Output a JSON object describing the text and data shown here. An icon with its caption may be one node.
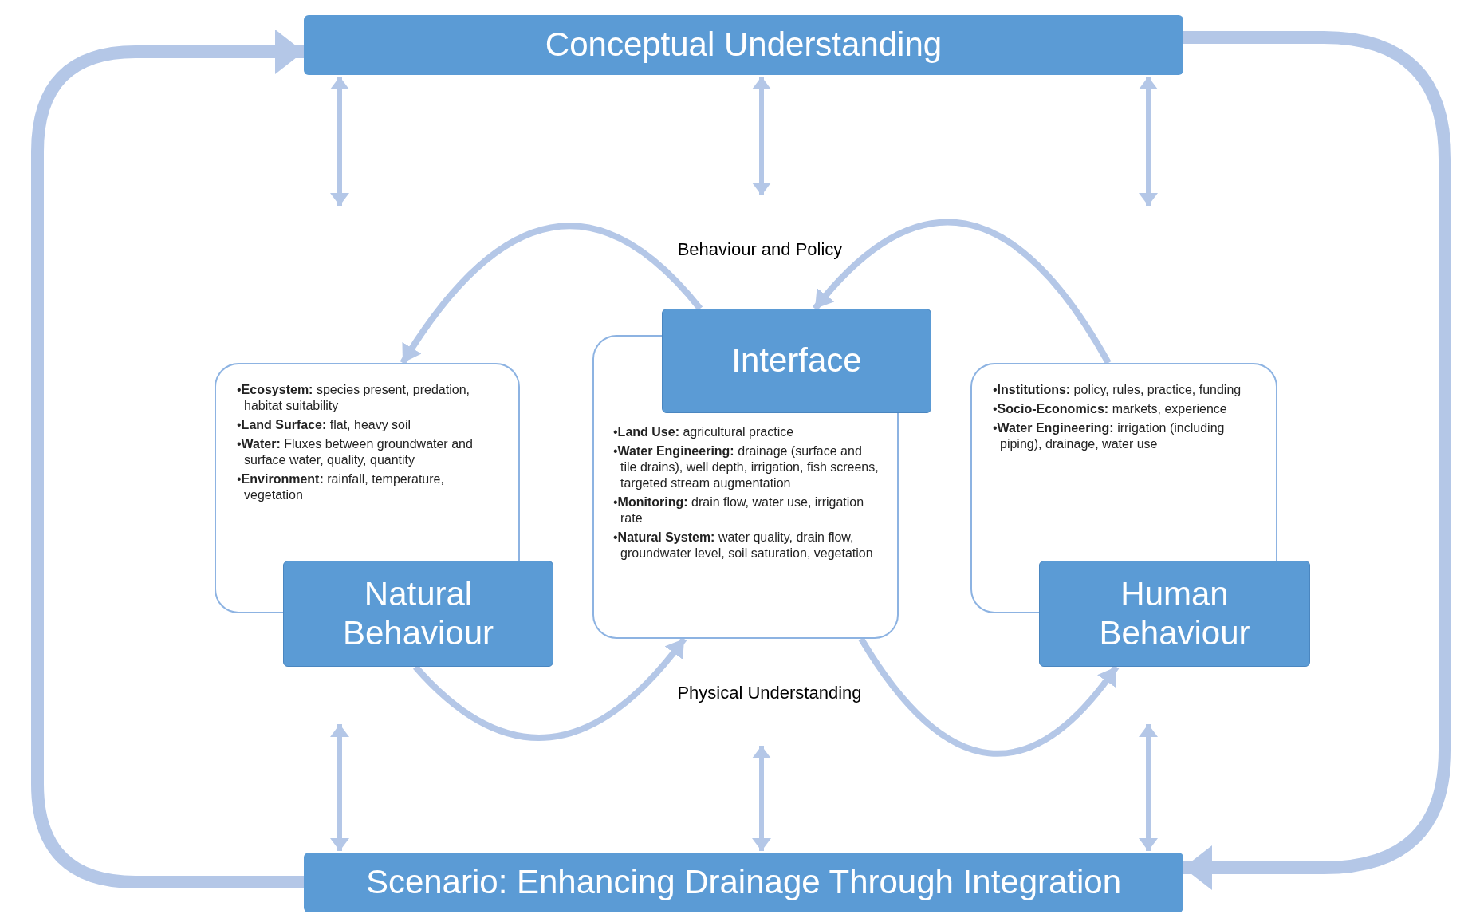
{
  "diagram": {
    "nodes": [
      {
        "text": [
          "Conceptual Understanding"
        ]
      },
      {
        "text": [
          "•**Ecosystem:** species present, predation, habitat suitability",
          "•**Land Surface:** flat, heavy soil",
          "•**Water:** Fluxes between groundwater and surface water, quality, quantity",
          "•**Environment:** rainfall, temperature, vegetation"
        ]
      },
      {
        "text": [
          "Natural Behaviour"
        ]
      },
      {
        "text": [
          "•**Land Use:** agricultural practice",
          "•**Water Engineering:** drainage (surface and tile drains), well depth, irrigation, fish screens, targeted stream augmentation",
          "•**Monitoring:** drain flow, water use, irrigation rate",
          "•**Natural System:** water quality, drain flow, groundwater level, soil saturation, vegetation"
        ]
      },
      {
        "text": [
          "Interface"
        ]
      },
      {
        "text": [
          "•**Institutions:** policy, rules, practice, funding",
          "•**Socio-Economics:** markets, experience",
          "•**Water Engineering:** irrigation (including piping), drainage, water use"
        ]
      },
      {
        "text": [
          "Human Behaviour"
        ]
      },
      {
        "text": [
          "Scenario: Enhancing Drainage Through Integration"
        ]
      }
    ],
    "edges": [
      {
        "from": 7,
        "to": 0,
        "arrow": "to",
        "style": "thick"
      },
      {
        "from": 0,
        "to": 7,
        "arrow": "to",
        "style": "thick"
      },
      {
        "from": 0,
        "to": null,
        "arrow": "both"
      },
      {
        "from": 0,
        "to": null,
        "arrow": "both"
      },
      {
        "from": 0,
        "to": null,
        "arrow": "both"
      },
      {
        "from": null,
        "to": 7,
        "arrow": "both"
      },
      {
        "from": null,
        "to": 7,
        "arrow": "both"
      },
      {
        "from": null,
        "to": 7,
        "arrow": "both"
      },
      {
        "from": 4,
        "to": 1,
        "arrow": "to"
      },
      {
        "from": 5,
        "to": 4,
        "arrow": "to"
      },
      {
        "from": 2,
        "to": 3,
        "arrow": "to"
      },
      {
        "from": 3,
        "to": 6,
        "arrow": "to"
      }
    ],
    "labels": [
      "Behaviour and Policy",
      "Physical Understanding"
    ]
  }
}
